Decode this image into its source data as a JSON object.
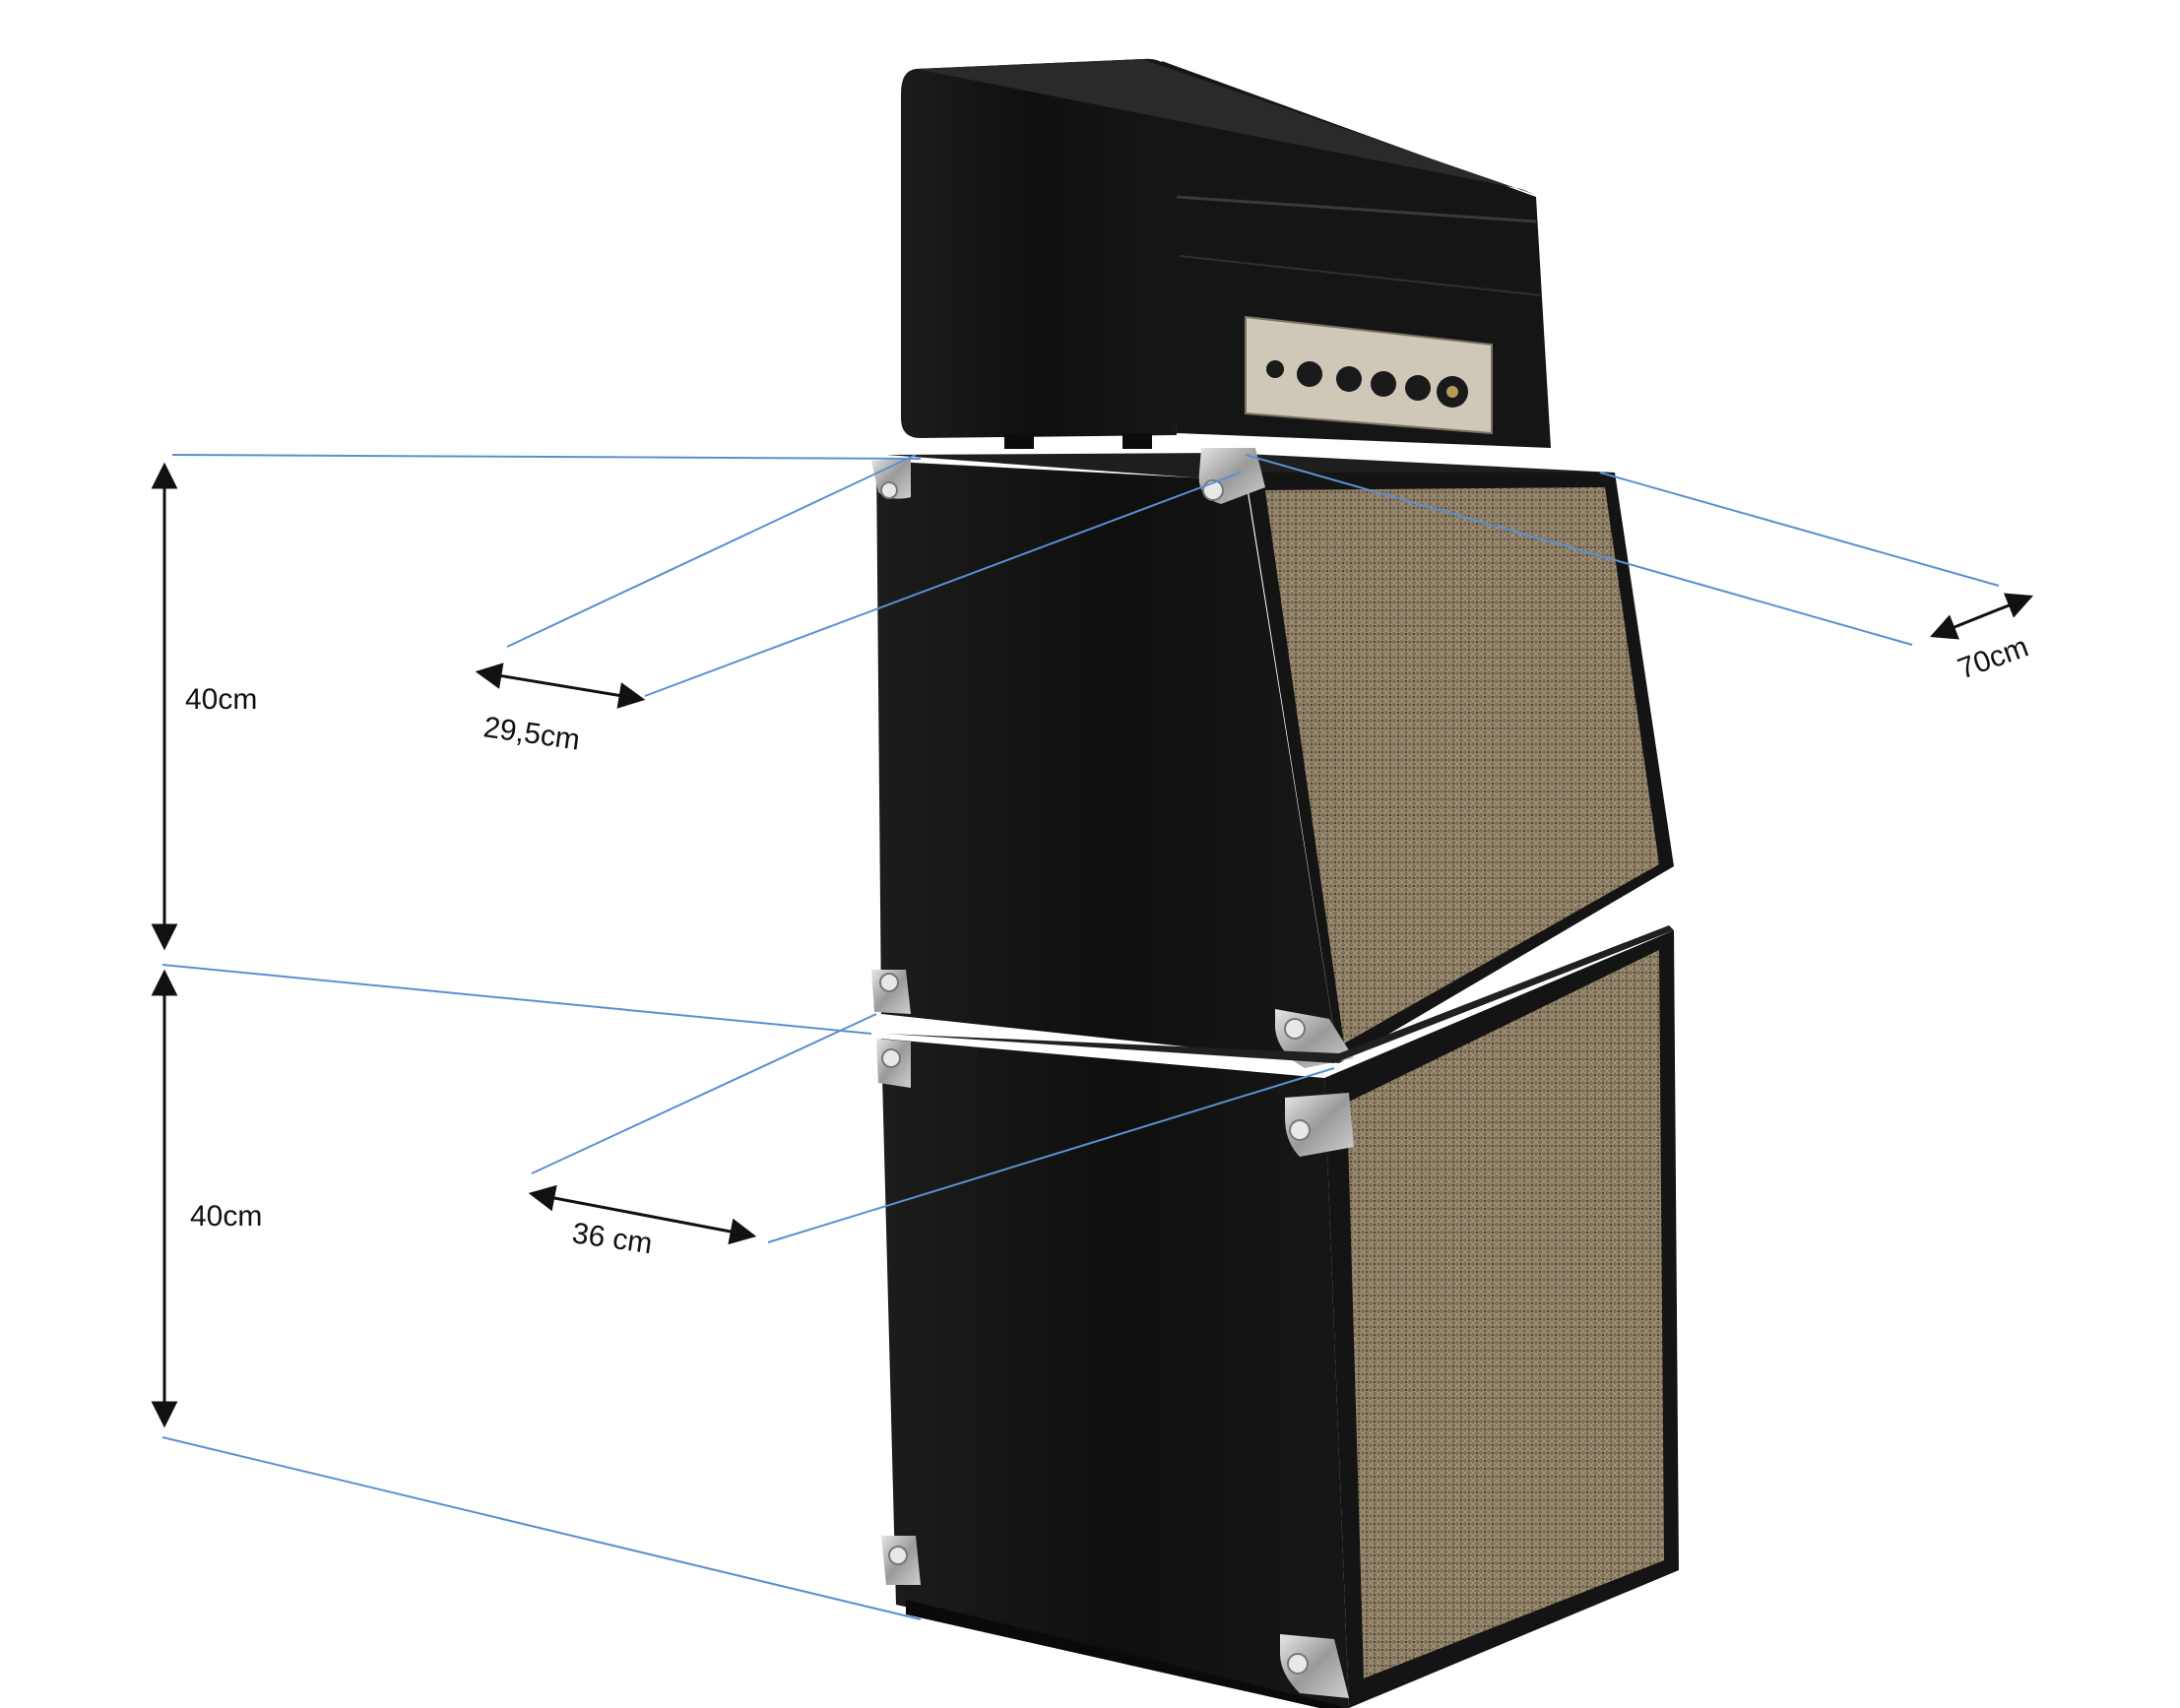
{
  "dimensions": {
    "upper_height": "40cm",
    "lower_height": "40cm",
    "upper_depth": "29,5cm",
    "lower_depth": "36 cm",
    "width": "70cm"
  },
  "colors": {
    "background": "#ffffff",
    "tolex": "#121212",
    "grille": "#8a7a62",
    "guide_line": "#5b8fd1",
    "arrow": "#111111",
    "corner_metal": "#b8b8b8",
    "control_panel": "#cfc8b8"
  }
}
